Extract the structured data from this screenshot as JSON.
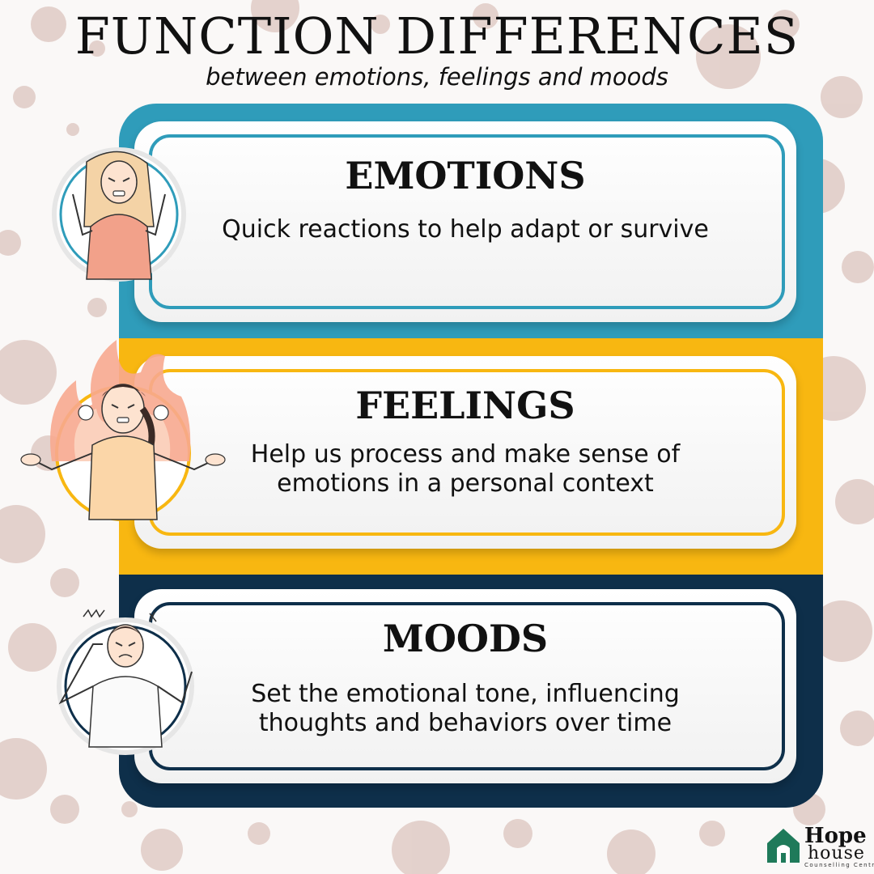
{
  "header": {
    "title": "FUNCTION DIFFERENCES",
    "subtitle": "between emotions, feelings and moods"
  },
  "colors": {
    "teal": "#2f9cba",
    "yellow": "#f8b711",
    "navy": "#0e2f4a",
    "background": "#faf8f7",
    "splatter": "#c9a39a"
  },
  "sections": [
    {
      "heading": "EMOTIONS",
      "description_lines": [
        "Quick reactions to help adapt or survive"
      ],
      "illustration": "frustrated-woman-icon"
    },
    {
      "heading": "FEELINGS",
      "description_lines": [
        "Help us process and make sense of",
        "emotions in a personal context"
      ],
      "illustration": "angry-woman-flames-icon"
    },
    {
      "heading": "MOODS",
      "description_lines": [
        "Set the emotional tone, influencing",
        "thoughts and behaviors over time"
      ],
      "illustration": "stressed-man-icon"
    }
  ],
  "logo": {
    "name_line1": "Hope",
    "name_line2": "house",
    "tagline": "Counselling Centre",
    "icon": "house-door-icon"
  }
}
